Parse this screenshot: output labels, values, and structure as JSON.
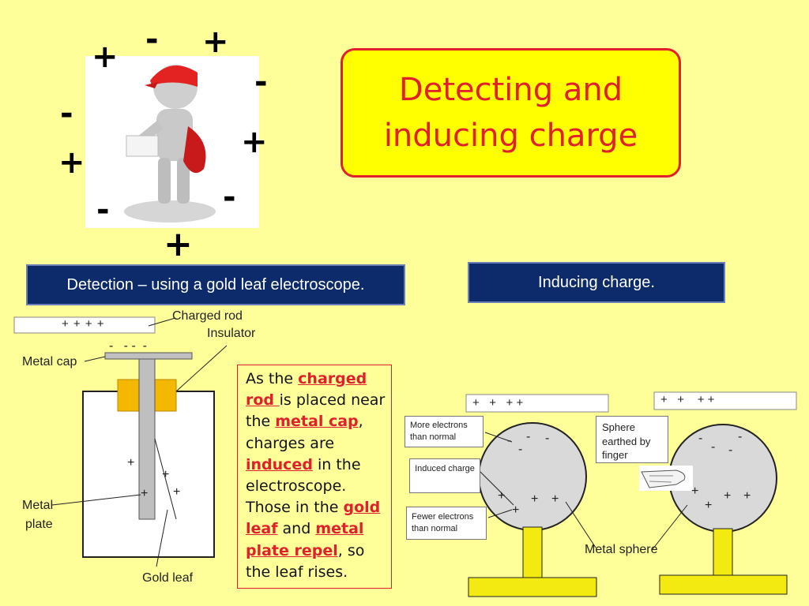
{
  "slide": {
    "title_line1": "Detecting and",
    "title_line2": "inducing charge",
    "signs": {
      "plus": "+",
      "minus": "-"
    }
  },
  "detection": {
    "header": "Detection – using a gold leaf electroscope.",
    "rod_charges": "+ +   +   +",
    "cap_charges": "-   - -  -",
    "labels": {
      "charged_rod": "Charged rod",
      "insulator": "Insulator",
      "metal_cap": "Metal cap",
      "metal_plate_line1": "Metal",
      "metal_plate_line2": "plate",
      "gold_leaf": "Gold leaf"
    },
    "explanation": {
      "t1": "As the ",
      "h1": "charged rod ",
      "t2": "is placed near the ",
      "h2": "metal cap",
      "t3": ", charges are ",
      "h3": "induced",
      "t4": " in the electroscope. Those in the ",
      "h4": "gold leaf",
      "t5": " and ",
      "h5": "metal plate repel",
      "t6": ", so the leaf rises."
    }
  },
  "inducing": {
    "header": "Inducing charge.",
    "rod1_charges": "+   +   + +",
    "rod2_charges": "+   +    + +",
    "boxes": {
      "more_electrons": "More electrons than normal",
      "induced_charge": "Induced charge",
      "fewer_electrons": "Fewer electrons than normal",
      "sphere_earthed": "Sphere earthed by finger"
    },
    "metal_sphere_label": "Metal sphere"
  },
  "colors": {
    "background": "#ffff99",
    "title_fill": "#ffff00",
    "accent_red": "#e0202a",
    "header_navy": "#0d2a6b",
    "sphere_grey": "#d9d9d9",
    "stand_yellow": "#f2ea10",
    "insulator_orange": "#f5b800"
  }
}
